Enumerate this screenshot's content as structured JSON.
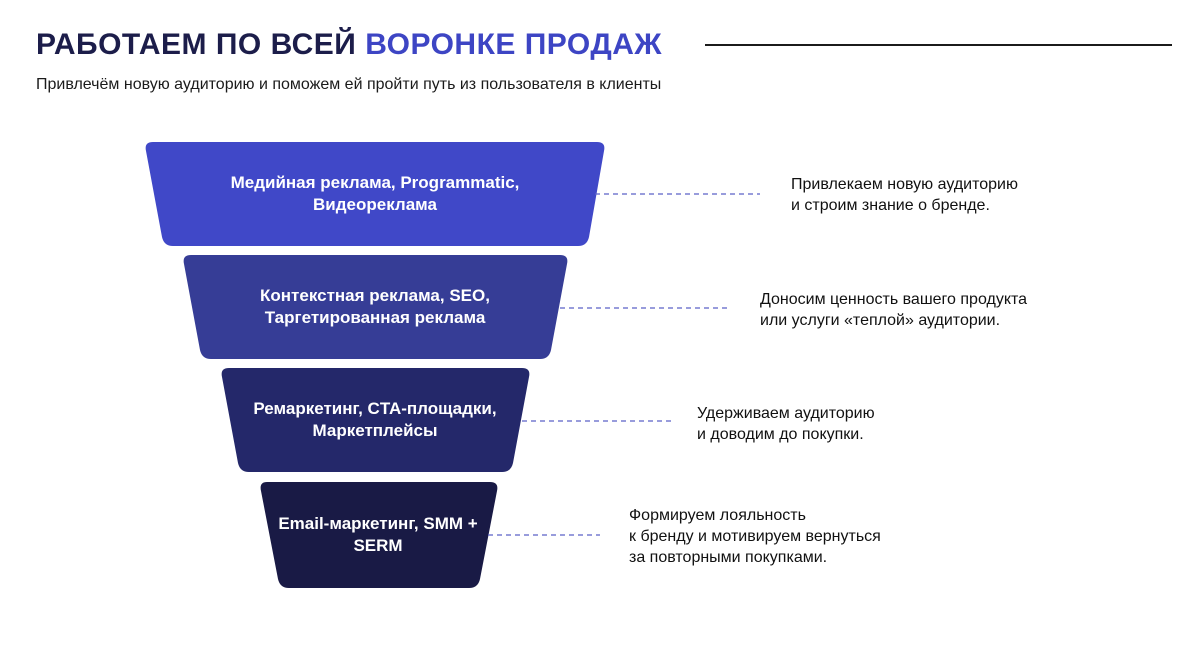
{
  "header": {
    "title_part1": "РАБОТАЕМ ПО ВСЕЙ",
    "title_part2": "ВОРОНКЕ ПРОДАЖ",
    "subtitle": "Привлечём новую аудиторию и поможем ей пройти путь из пользователя в клиенты"
  },
  "colors": {
    "title_dark": "#1c1d4a",
    "title_accent": "#3d45c4",
    "stage1": "#4048c8",
    "stage2": "#363d96",
    "stage3": "#24286a",
    "stage4": "#191a45",
    "connector": "#5a62c8"
  },
  "funnel": {
    "stages": [
      {
        "label": "Медийная реклама, Programmatic, Видеореклама",
        "description": "Привлекаем новую аудиторию\nи строим знание о бренде."
      },
      {
        "label": "Контекстная реклама, SEO, Таргетированная реклама",
        "description": "Доносим ценность вашего продукта\nили услуги «теплой» аудитории."
      },
      {
        "label": "Ремаркетинг, CTA-площадки, Маркетплейсы",
        "description": "Удерживаем аудиторию\nи доводим до покупки."
      },
      {
        "label": "Email-маркетинг, SMM + SERM",
        "description": "Формируем лояльность\nк бренду и мотивируем вернуться\nза повторными покупками."
      }
    ]
  }
}
